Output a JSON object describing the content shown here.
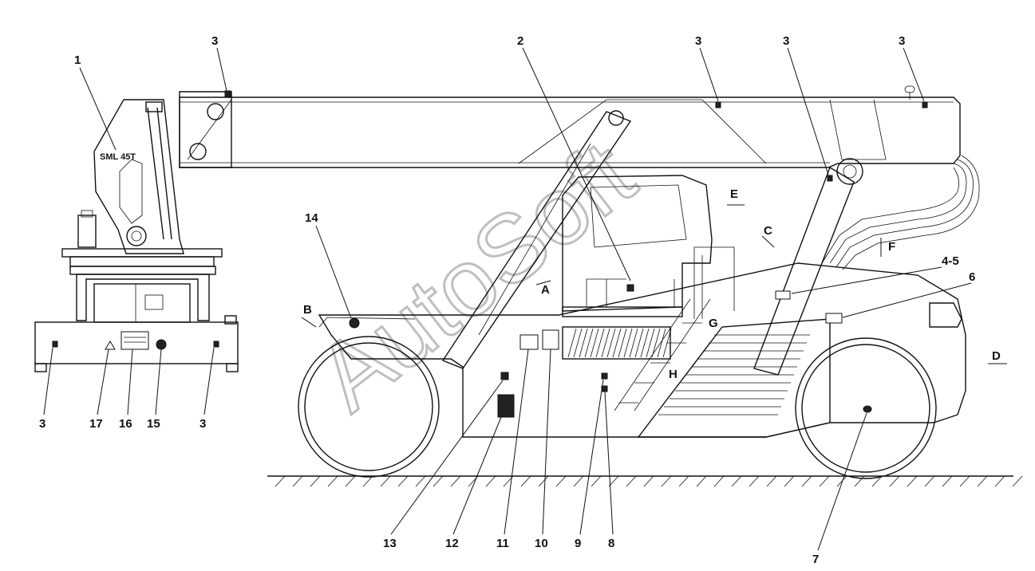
{
  "model_label": "SML 45T",
  "watermark": "AutoSoft",
  "callouts": [
    {
      "id": "c1",
      "text": "1"
    },
    {
      "id": "c2",
      "text": "2"
    },
    {
      "id": "c3a",
      "text": "3"
    },
    {
      "id": "c3b",
      "text": "3"
    },
    {
      "id": "c3c",
      "text": "3"
    },
    {
      "id": "c3d",
      "text": "3"
    },
    {
      "id": "c3e",
      "text": "3"
    },
    {
      "id": "c3f",
      "text": "3"
    },
    {
      "id": "c45",
      "text": "4-5"
    },
    {
      "id": "c6",
      "text": "6"
    },
    {
      "id": "c7",
      "text": "7"
    },
    {
      "id": "c8",
      "text": "8"
    },
    {
      "id": "c9",
      "text": "9"
    },
    {
      "id": "c10",
      "text": "10"
    },
    {
      "id": "c11",
      "text": "11"
    },
    {
      "id": "c12",
      "text": "12"
    },
    {
      "id": "c13",
      "text": "13"
    },
    {
      "id": "c14",
      "text": "14"
    },
    {
      "id": "c15",
      "text": "15"
    },
    {
      "id": "c16",
      "text": "16"
    },
    {
      "id": "c17",
      "text": "17"
    }
  ],
  "zones": [
    "A",
    "B",
    "C",
    "D",
    "E",
    "F",
    "G",
    "H"
  ]
}
